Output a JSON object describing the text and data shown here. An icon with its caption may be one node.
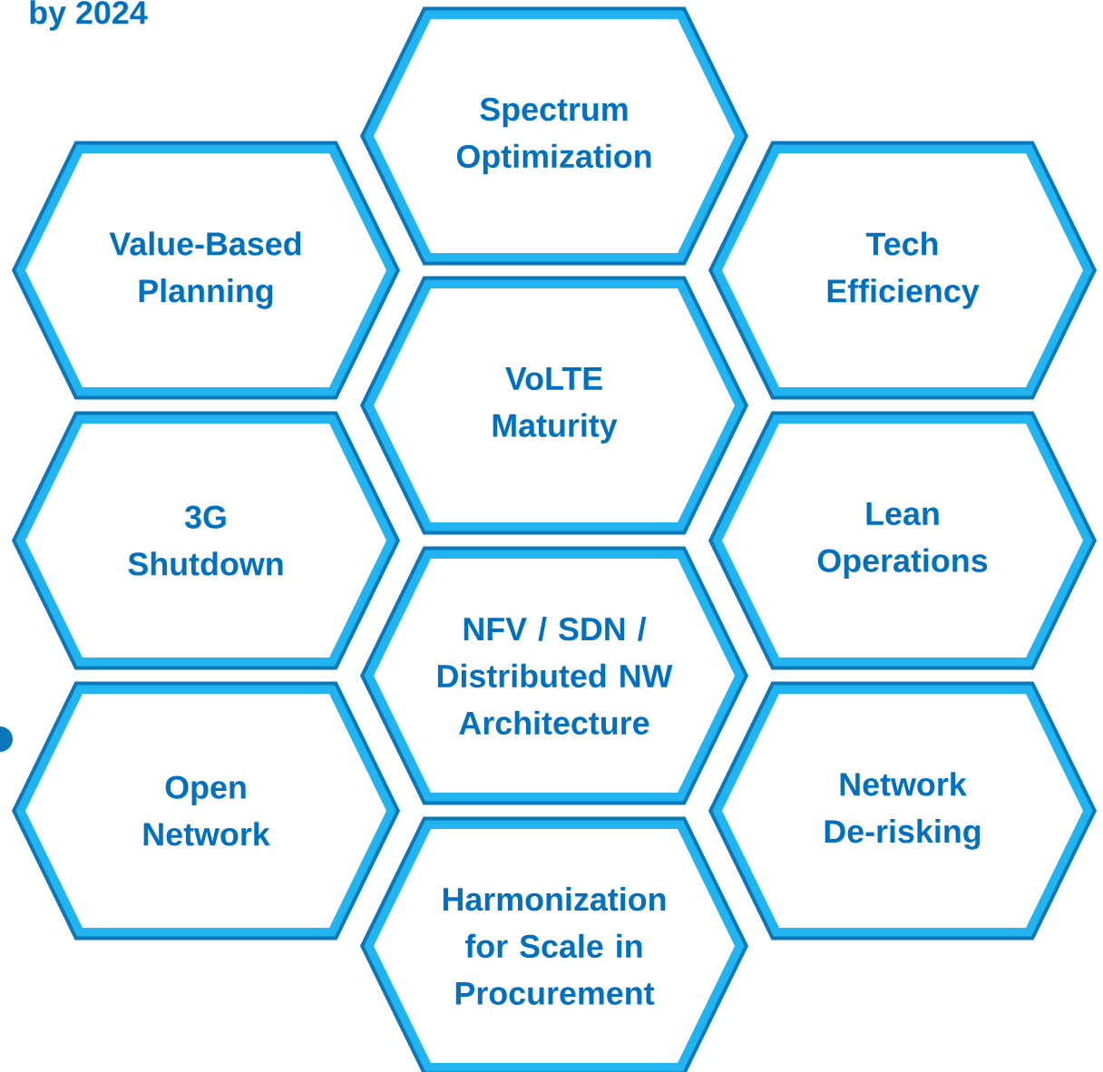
{
  "diagram": {
    "nodes": [
      {
        "text": [
          "Spectrum Optimization"
        ]
      },
      {
        "text": [
          "Value-Based Planning"
        ]
      },
      {
        "text": [
          "Tech Efficiency"
        ]
      },
      {
        "text": [
          "VoLTE Maturity"
        ]
      },
      {
        "text": [
          "3G Shutdown"
        ]
      },
      {
        "text": [
          "Lean Operations"
        ]
      },
      {
        "text": [
          "NFV / SDN / Distributed NW Architecture"
        ]
      },
      {
        "text": [
          "Open Network"
        ]
      },
      {
        "text": [
          "Network De-risking"
        ]
      },
      {
        "text": [
          "Harmonization for Scale in Procurement"
        ]
      }
    ],
    "labels": [
      "by 2024"
    ]
  }
}
